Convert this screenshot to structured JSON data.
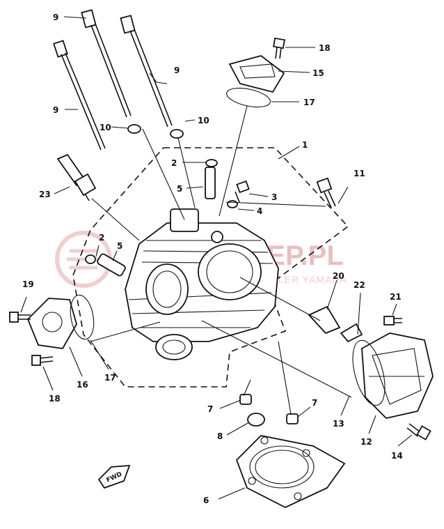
{
  "watermark": {
    "brand": "KLEP.PL",
    "sub": "DEALER YAMAHA",
    "color": "#e9b3b3"
  },
  "fwd_mark": "FWD",
  "callouts": [
    {
      "id": "c9a",
      "text": "9"
    },
    {
      "id": "c9b",
      "text": "9"
    },
    {
      "id": "c9c",
      "text": "9"
    },
    {
      "id": "c10a",
      "text": "10"
    },
    {
      "id": "c10b",
      "text": "10"
    },
    {
      "id": "c18a",
      "text": "18"
    },
    {
      "id": "c15",
      "text": "15"
    },
    {
      "id": "c17a",
      "text": "17"
    },
    {
      "id": "c1",
      "text": "1"
    },
    {
      "id": "c2a",
      "text": "2"
    },
    {
      "id": "c5a",
      "text": "5"
    },
    {
      "id": "c3",
      "text": "3"
    },
    {
      "id": "c4",
      "text": "4"
    },
    {
      "id": "c11",
      "text": "11"
    },
    {
      "id": "c23",
      "text": "23"
    },
    {
      "id": "c2b",
      "text": "2"
    },
    {
      "id": "c5b",
      "text": "5"
    },
    {
      "id": "c19",
      "text": "19"
    },
    {
      "id": "c20",
      "text": "20"
    },
    {
      "id": "c22",
      "text": "22"
    },
    {
      "id": "c21",
      "text": "21"
    },
    {
      "id": "c16",
      "text": "16"
    },
    {
      "id": "c17b",
      "text": "17"
    },
    {
      "id": "c18b",
      "text": "18"
    },
    {
      "id": "c7a",
      "text": "7"
    },
    {
      "id": "c7b",
      "text": "7"
    },
    {
      "id": "c8",
      "text": "8"
    },
    {
      "id": "c13",
      "text": "13"
    },
    {
      "id": "c12",
      "text": "12"
    },
    {
      "id": "c14",
      "text": "14"
    },
    {
      "id": "c6",
      "text": "6"
    }
  ]
}
